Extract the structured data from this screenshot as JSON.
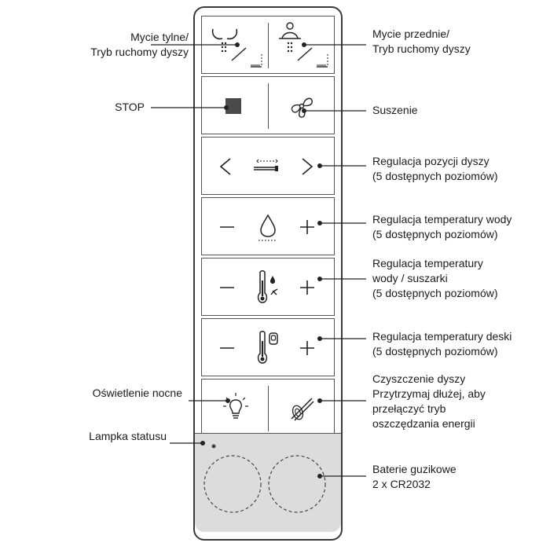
{
  "labels": {
    "rear_wash": [
      "Mycie tylne/",
      "Tryb ruchomy dyszy"
    ],
    "front_wash": [
      "Mycie przednie/",
      "Tryb ruchomy dyszy"
    ],
    "stop": "STOP",
    "drying": "Suszenie",
    "nozzle_position": [
      "Regulacja pozycji dyszy",
      "(5 dostępnych poziomów)"
    ],
    "water_temp": [
      "Regulacja temperatury wody",
      "(5 dostępnych poziomów)"
    ],
    "water_dryer_temp": [
      "Regulacja temperatury",
      "wody / suszarki",
      "(5 dostępnych poziomów)"
    ],
    "seat_temp": [
      "Regulacja temperatury deski",
      "(5 dostępnych poziomów)"
    ],
    "night_light": "Oświetlenie nocne",
    "nozzle_cleaning": [
      "Czyszczenie dyszy",
      "Przytrzymaj dłużej, aby",
      "przełączyć tryb",
      "oszczędzania energii"
    ],
    "status_lamp": "Lampka statusu",
    "batteries": [
      "Baterie guzikowe",
      "2 x CR2032"
    ]
  },
  "icons": {
    "rear_wash": "rear-wash-icon",
    "front_wash": "front-wash-icon",
    "stop": "stop-square-icon",
    "drying": "fan-icon",
    "nozzle_left": "chevron-left-icon",
    "nozzle_right": "chevron-right-icon",
    "nozzle_pos": "nozzle-position-icon",
    "water_drop": "water-drop-icon",
    "thermometer": "thermometer-icon",
    "seat": "seat-temperature-icon",
    "night_light": "lightbulb-icon",
    "nozzle_clean": "nozzle-cleaning-icon",
    "minus": "minus-icon",
    "plus": "plus-icon"
  },
  "colors": {
    "stop_square": "#4a4a4a",
    "battery_area": "#dcdcdc",
    "outline": "#3a3a3a"
  }
}
